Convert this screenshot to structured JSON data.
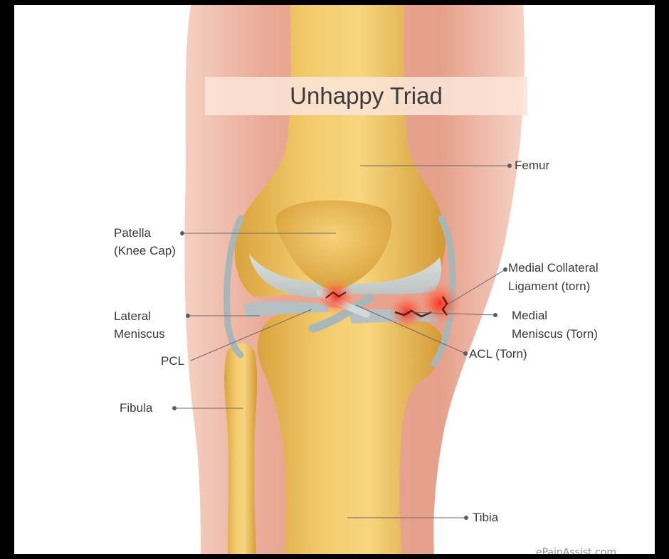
{
  "diagram": {
    "title": "Unhappy Triad",
    "labels": {
      "femur": "Femur",
      "patella_line1": "Patella",
      "patella_line2": "(Knee Cap)",
      "mcl_line1": "Medial Collateral",
      "mcl_line2": "Ligament (torn)",
      "lateral_meniscus_line1": "Lateral",
      "lateral_meniscus_line2": "Meniscus",
      "medial_meniscus_line1": "Medial",
      "medial_meniscus_line2": "Meniscus (Torn)",
      "pcl": "PCL",
      "acl": "ACL (Torn)",
      "fibula": "Fibula",
      "tibia": "Tibia"
    },
    "credit": "ePainAssist.com",
    "colors": {
      "background": "#000000",
      "panel": "#ffffff",
      "skin": "#e9a894",
      "bone": "#f1c45e",
      "bone_shade": "#d9a23c",
      "cartilage": "#c9d2d4",
      "ligament": "#a9b6b8",
      "tear_glow": "#ff3b2f",
      "label_text": "#3a3a3a",
      "leader_line": "#6a6a6a"
    },
    "icons": [
      "leader-dot"
    ]
  }
}
